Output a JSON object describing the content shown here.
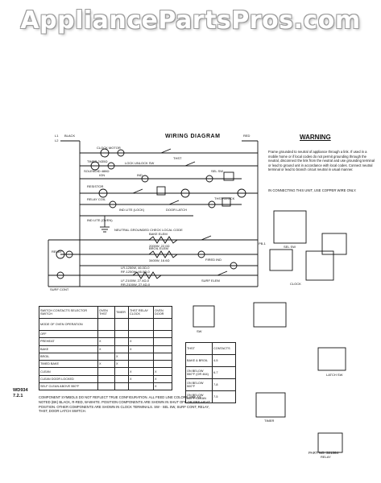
{
  "watermark": "AppliancePartsPros.com",
  "diagram": {
    "title": "WIRING DIAGRAM",
    "top_left_labels": [
      "L1",
      "BLACK",
      "L2"
    ],
    "top_right_label": "RED",
    "components": {
      "clock": "CLOCK MOTOR",
      "timer": "TIMER 2435Ω",
      "solenoid": "SOLENOID 488Ω",
      "lock_unlock": "LOCK UNLOCK SW",
      "thermostat": "THST",
      "selector": "SEL SW",
      "ign": "IGN",
      "ind": "IND",
      "resistor": "RESISTOR",
      "relay_coil": "RELAY COIL",
      "ind_lite_lock": "IND LITE (LOCK)",
      "door_latch": "DOOR LATCH",
      "ind_lite_oven": "IND LITE (OVEN)",
      "thst_clock": "THST CLOCK",
      "bake_elem": "BAKE ELEM",
      "bake_elem_rating": "2000W, 22.0Ω",
      "broil_elem": "BROIL ELEM",
      "broil_elem_rating": "3400W, 16.6Ω",
      "surf_elem": "SURF ELEM",
      "surf_ratings": [
        "LR-1250W, 46.0Ω-0",
        "RF-1250W, 46.0Ω-0",
        "LF-2100W, 27.4Ω-0",
        "RR-2100W, 27.4Ω-0"
      ],
      "surf_cont": "SURF CONT",
      "relay": "RELAY",
      "fired_ind": "FIRED IND",
      "neutral_ground": "NEUTRAL GROUNDED CHECK LOCAL CODE"
    }
  },
  "warning": {
    "heading": "WARNING",
    "body": "Frame grounded to neutral of appliance through a link. If used in a mobile home or if local codes do not permit grounding through the neutral, disconnect the link from the neutral and use grounding terminal or lead to ground unit in accordance with local codes. Connect neutral terminal or lead to branch circuit neutral in usual manner.",
    "note": "IN CONNECTING THIS UNIT, USE COPPER WIRE ONLY."
  },
  "switch_table": {
    "header": [
      "SWITCH CONTACTS SELECTOR SWITCH",
      "OVEN THST",
      "TIMER",
      "THST RELAY CLOCK",
      "OVEN DOOR"
    ],
    "mode_header": "MODE OF OVEN OPERATION",
    "modes": [
      "OFF",
      "PREHEAT",
      "BAKE",
      "BROIL",
      "TIMED BAKE",
      "CLEAN",
      "CLEAN DOOR LOCKED",
      "SELF CLEAN ABOVE 550°F"
    ],
    "mark": "X"
  },
  "thst_table": {
    "header": [
      "THST",
      "CONTACTS"
    ],
    "rows": [
      {
        "mode": "BAKE & BROIL",
        "contacts": "4-5"
      },
      {
        "mode": "ON BELOW 550°F (OR 464)",
        "contacts": "6-7"
      },
      {
        "mode": "ON BELOW 500°F",
        "contacts": "7-8"
      },
      {
        "mode": "ON BELOW 550°F CLEAN",
        "contacts": "7-5"
      }
    ]
  },
  "component_labels": {
    "pb": "PB-1",
    "sel_sw": "SEL SW",
    "clock": "CLOCK",
    "timer": "TIMER",
    "latch_sw": "LATCH SW",
    "relay": "RELAY",
    "sw": "SW"
  },
  "legend": "COMPONENT SYMBOLS DO NOT REFLECT TRUE CONFIGURATION. ALL FEED LINE COLORS ARE AS NOTED (BK) BLACK, R-RED, W-WHITE. POSITION COMPONENTS ARE SHOWN IN SHUT OFF OR PRE-HEAT POSITION. OTHER COMPONENTS ARE SHOWN IN CLOCK TERMINALS. SW - SEL SW, SURF CONT, RELAY, THST, DOOR LATCH SWITCH.",
  "model": [
    "WD934",
    "7.2.1"
  ],
  "part_no": "PART NO. 321364"
}
